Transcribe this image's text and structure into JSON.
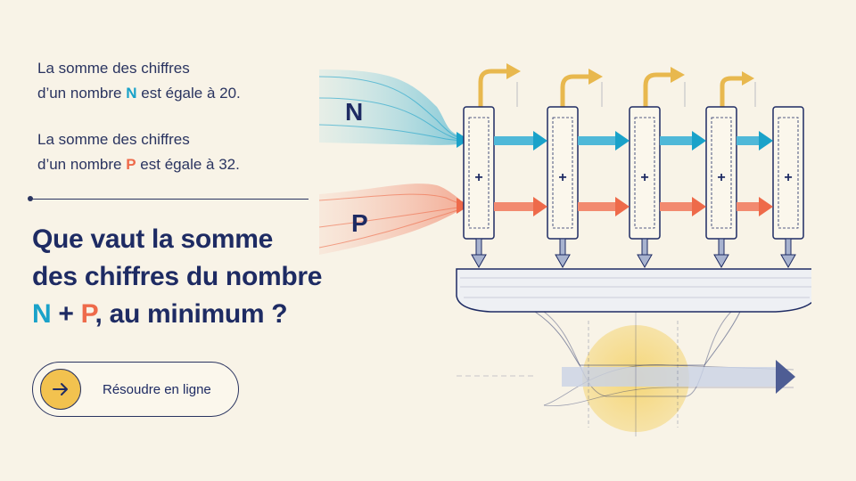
{
  "statements": {
    "first": {
      "line1": "La somme des chiffres",
      "line2_prefix": "d’un nombre ",
      "variable": "N",
      "line2_suffix": " est égale à 20."
    },
    "second": {
      "line1": "La somme des chiffres",
      "line2_prefix": "d’un nombre ",
      "variable": "P",
      "line2_suffix": " est égale à 32."
    }
  },
  "question": {
    "line1": "Que vaut la somme",
    "line2": "des chiffres du nombre",
    "line3_n": "N",
    "line3_plus": " + ",
    "line3_p": "P",
    "line3_suffix": ", au minimum ?"
  },
  "solve_button": {
    "label": "Résoudre en ligne"
  },
  "diagram": {
    "label_n": "N",
    "label_p": "P",
    "adders": [
      "+",
      "+",
      "+",
      "+",
      "+"
    ]
  },
  "colors": {
    "n_accent": "#1aa2c9",
    "p_accent": "#ee6a4a",
    "ink": "#1e2b63",
    "highlight": "#f2c24f",
    "background": "#f8f3e7"
  }
}
